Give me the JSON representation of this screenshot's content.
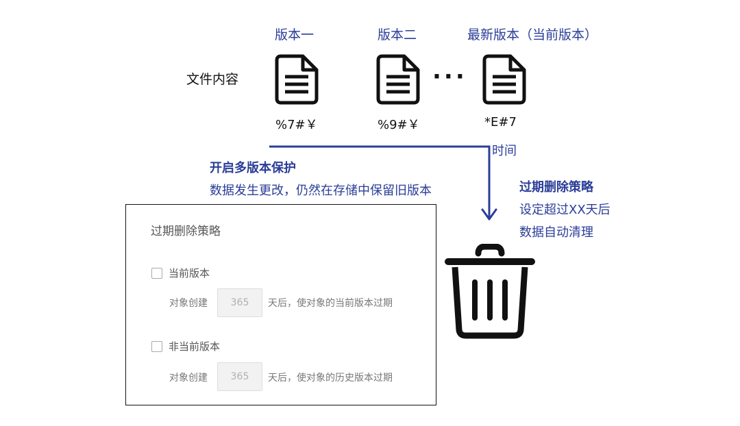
{
  "versions": [
    {
      "label": "版本一",
      "content": "%7#￥"
    },
    {
      "label": "版本二",
      "content": "%9#￥"
    },
    {
      "label": "最新版本（当前版本）",
      "content": "*E#7"
    }
  ],
  "row_label": "文件内容",
  "ellipsis": "···",
  "time_label": "时间",
  "protection": {
    "title": "开启多版本保护",
    "desc": "数据发生更改，仍然在存储中保留旧版本"
  },
  "expiry_note": {
    "title": "过期删除策略",
    "line1": "设定超过XX天后",
    "line2": "数据自动清理"
  },
  "panel": {
    "title": "过期删除策略",
    "current": {
      "checkbox_label": "当前版本",
      "prefix": "对象创建",
      "days": "365",
      "suffix": "天后，使对象的当前版本过期"
    },
    "noncurrent": {
      "checkbox_label": "非当前版本",
      "prefix": "对象创建",
      "days": "365",
      "suffix": "天后，使对象的历史版本过期"
    }
  },
  "colors": {
    "accent": "#2a3d98",
    "icon": "#111111"
  },
  "icons": [
    "document-icon",
    "document-icon",
    "document-icon",
    "trash-icon"
  ]
}
